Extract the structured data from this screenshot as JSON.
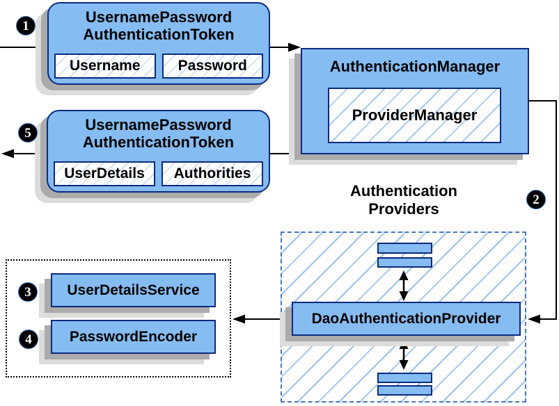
{
  "steps": [
    "1",
    "2",
    "3",
    "4",
    "5"
  ],
  "token_request": {
    "title_line1": "UsernamePassword",
    "title_line2": "AuthenticationToken",
    "fields": [
      "Username",
      "Password"
    ]
  },
  "token_response": {
    "title_line1": "UsernamePassword",
    "title_line2": "AuthenticationToken",
    "fields": [
      "UserDetails",
      "Authorities"
    ]
  },
  "authentication_manager": {
    "title": "AuthenticationManager",
    "inner": "ProviderManager"
  },
  "authentication_providers": {
    "label_line1": "Authentication",
    "label_line2": "Providers",
    "provider": "DaoAuthenticationProvider"
  },
  "services": {
    "user_details_service": "UserDetailsService",
    "password_encoder": "PasswordEncoder"
  },
  "colors": {
    "box_fill": "#85BCF2",
    "box_border": "#0A2A7E",
    "hatch_line": "#9CC4EE",
    "dashed_border": "#4677BE",
    "shadow_dark": "#ABABAB",
    "shadow_light": "#DCDCDC",
    "connector": "#000000",
    "badge_fill": "#000000",
    "badge_text": "#FFFFFF"
  }
}
